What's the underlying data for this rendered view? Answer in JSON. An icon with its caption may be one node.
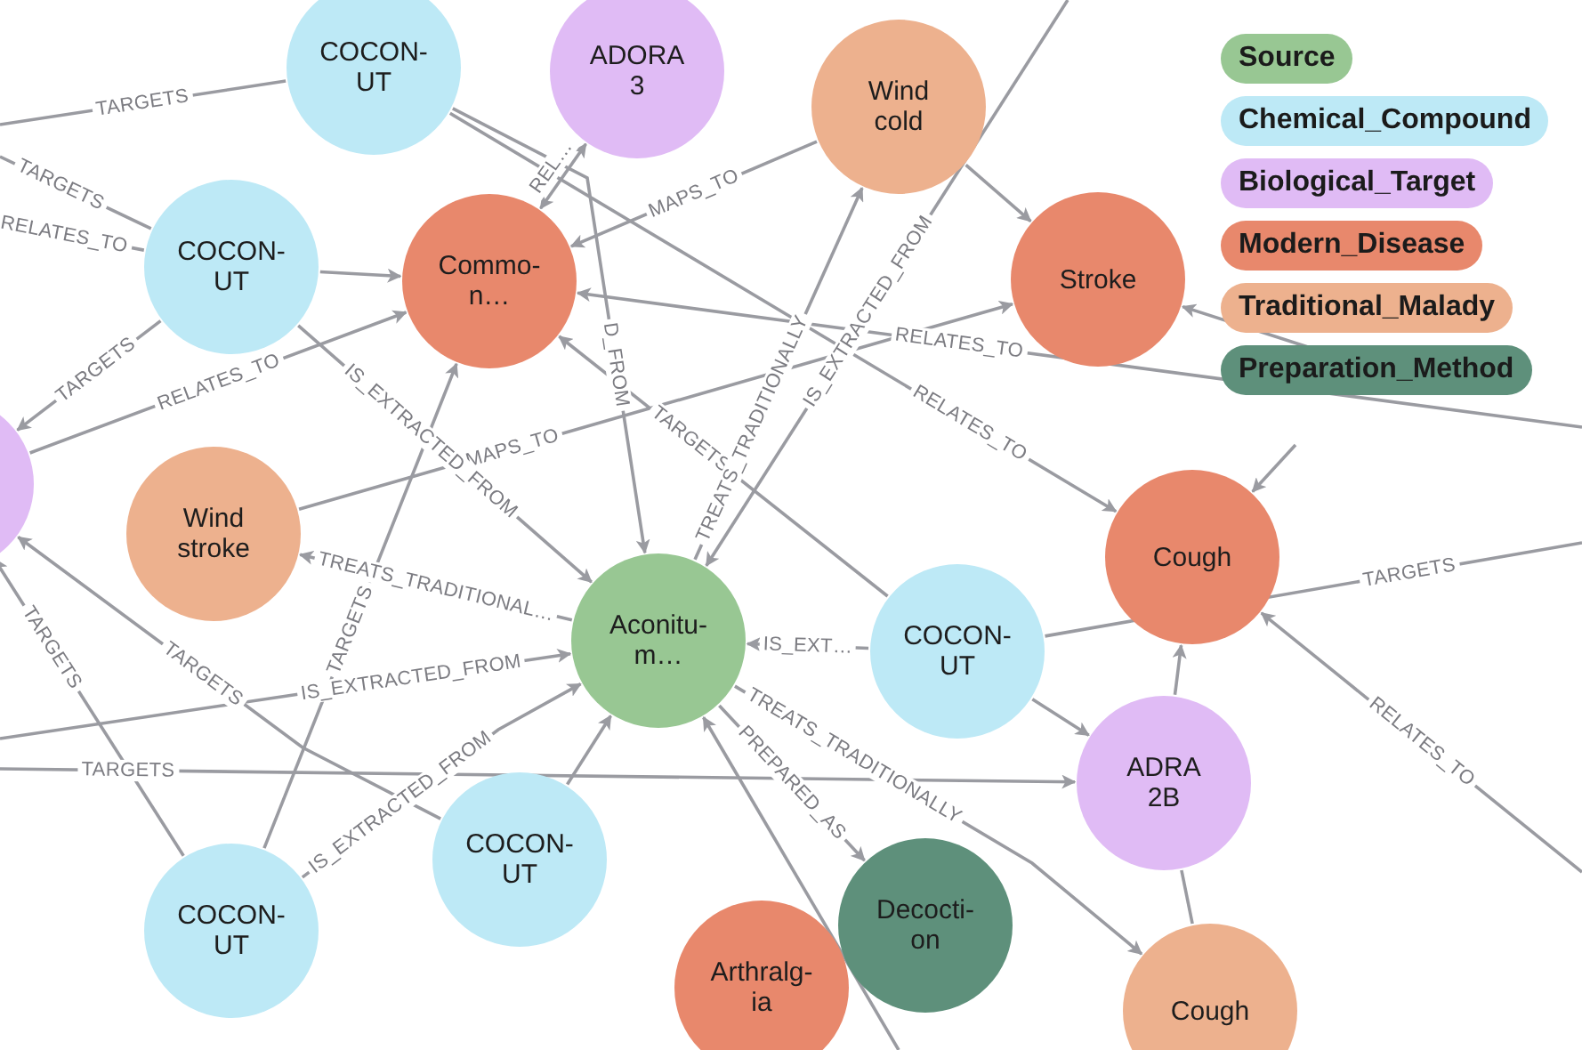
{
  "diagram": {
    "nodes": [
      {
        "text": [
          "COCON-UT"
        ]
      },
      {
        "text": [
          "ADORA 3"
        ]
      },
      {
        "text": [
          "Wind cold"
        ]
      },
      {
        "text": [
          "COCON-UT"
        ]
      },
      {
        "text": [
          "Commo-n…"
        ]
      },
      {
        "text": [
          "Stroke"
        ]
      },
      {
        "text": [],
        "shape": "circle"
      },
      {
        "text": [
          "Wind stroke"
        ]
      },
      {
        "text": [
          "Cough"
        ]
      },
      {
        "text": [
          "Aconitu-m…"
        ]
      },
      {
        "text": [
          "COCON-UT"
        ]
      },
      {
        "text": [
          "ADRA 2B"
        ]
      },
      {
        "text": [
          "COCON-UT"
        ]
      },
      {
        "text": [
          "COCON-UT"
        ]
      },
      {
        "text": [
          "Decocti-on"
        ]
      },
      {
        "text": [
          "Arthralg-ia"
        ]
      },
      {
        "text": [
          "Cough"
        ]
      }
    ],
    "edges": [
      {
        "from": 3,
        "to": 4,
        "arrow": "to"
      },
      {
        "from": 3,
        "to": 6,
        "arrow": "to",
        "label": "TARGETS"
      },
      {
        "from": 6,
        "to": 4,
        "arrow": "to",
        "label": "RELATES_TO"
      },
      {
        "from": 7,
        "to": 5,
        "arrow": "to",
        "label": "MAPS_TO"
      },
      {
        "from": 2,
        "to": 4,
        "arrow": "to",
        "label": "MAPS_TO"
      },
      {
        "from": 2,
        "to": 5,
        "arrow": "to"
      },
      {
        "from": 4,
        "to": 1,
        "arrow": "both",
        "label": "REL…"
      },
      {
        "from": 3,
        "to": 9,
        "arrow": "to",
        "label": "IS_EXTRACTED_FROM"
      },
      {
        "from": 0,
        "to": 9,
        "arrow": "to",
        "label": "D_FROM"
      },
      {
        "from": 10,
        "to": 4,
        "arrow": "to",
        "label": "TARGETS"
      },
      {
        "from": null,
        "to": 4,
        "arrow": "to",
        "label": "RELATES_TO"
      },
      {
        "from": 0,
        "to": 8,
        "arrow": "to",
        "label": "RELATES_TO"
      },
      {
        "from": 9,
        "to": 2,
        "arrow": "to",
        "label": "TREATS_TRADITIONALLY"
      },
      {
        "from": null,
        "to": 9,
        "arrow": "to",
        "label": "IS_EXTRACTED_FROM"
      },
      {
        "from": 9,
        "to": 7,
        "arrow": "to",
        "label": "TREATS_TRADITIONAL…"
      },
      {
        "from": null,
        "to": 9,
        "arrow": "to",
        "label": "IS_EXTRACTED_FROM"
      },
      {
        "from": 12,
        "to": 9,
        "arrow": "to",
        "label": "IS_EXTRACTED_FROM"
      },
      {
        "from": 13,
        "to": 9,
        "arrow": "to"
      },
      {
        "from": 10,
        "to": 9,
        "arrow": "to",
        "label": "IS_EXT…"
      },
      {
        "from": 13,
        "to": 6,
        "arrow": "to",
        "label": "TARGETS"
      },
      {
        "from": 12,
        "to": 6,
        "arrow": "to",
        "label": "TARGETS"
      },
      {
        "from": 12,
        "to": 4,
        "arrow": "to",
        "label": "TARGETS"
      },
      {
        "from": null,
        "to": 11,
        "arrow": "to",
        "label": "TARGETS"
      },
      {
        "from": 9,
        "to": 14,
        "arrow": "to",
        "label": "PREPARED_AS"
      },
      {
        "from": 9,
        "to": 16,
        "arrow": "to",
        "label": "TREATS_TRADITIONALLY"
      },
      {
        "from": null,
        "to": 9,
        "arrow": "to"
      },
      {
        "from": 10,
        "to": 11,
        "arrow": "to"
      },
      {
        "from": 16,
        "to": 11,
        "arrow": "none"
      },
      {
        "from": 11,
        "to": 8,
        "arrow": "to"
      },
      {
        "from": null,
        "to": 8,
        "arrow": "to",
        "label": "RELATES_TO"
      },
      {
        "from": 10,
        "to": null,
        "arrow": "none",
        "label": "TARGETS"
      },
      {
        "from": null,
        "to": 0,
        "arrow": "none",
        "label": "TARGETS"
      },
      {
        "from": null,
        "to": 3,
        "arrow": "none",
        "label": "TARGETS"
      },
      {
        "from": null,
        "to": 3,
        "arrow": "none",
        "label": "RELATES_TO"
      },
      {
        "from": null,
        "to": 8,
        "arrow": "to"
      },
      {
        "from": null,
        "to": 5,
        "arrow": "to"
      }
    ],
    "legend": [
      {
        "text": "Source",
        "color": "#98c793"
      },
      {
        "text": "Chemical_Compound",
        "color": "#bde9f6"
      },
      {
        "text": "Biological_Target",
        "color": "#e0bbf5"
      },
      {
        "text": "Modern_Disease",
        "color": "#e8886c"
      },
      {
        "text": "Traditional_Malady",
        "color": "#edb18e"
      },
      {
        "text": "Preparation_Method",
        "color": "#5e907b"
      }
    ]
  }
}
